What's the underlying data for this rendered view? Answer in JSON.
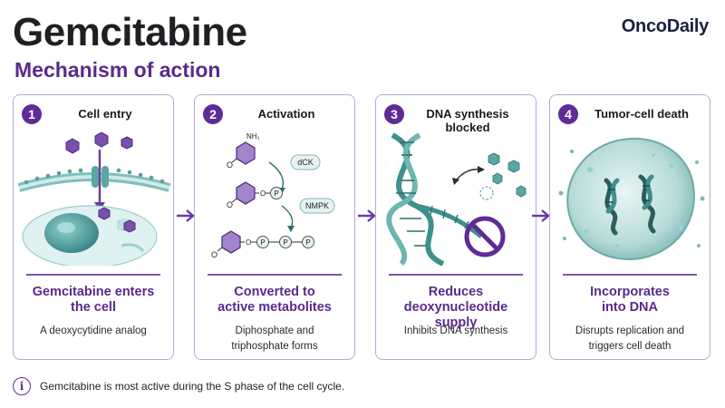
{
  "header": {
    "title": "Gemcitabine",
    "subtitle": "Mechanism of action",
    "brand": "OncoDaily"
  },
  "steps": [
    {
      "number": "1",
      "title": "Cell entry",
      "heading_line1": "Gemcitabine enters",
      "heading_line2": "the cell",
      "desc_line1": "A deoxycytidine analog",
      "desc_line2": ""
    },
    {
      "number": "2",
      "title": "Activation",
      "heading_line1": "Converted to",
      "heading_line2": "active metabolites",
      "desc_line1": "Diphosphate and",
      "desc_line2": "triphosphate forms",
      "art": {
        "nh2_label": "NH₂",
        "o_label": "O",
        "p_label": "P",
        "enzyme1": "dCK",
        "enzyme2": "NMPK"
      }
    },
    {
      "number": "3",
      "title": "DNA synthesis blocked",
      "heading_line1": "Reduces",
      "heading_line2": "deoxynucleotide supply",
      "desc_line1": "Inhibits DNA synthesis",
      "desc_line2": ""
    },
    {
      "number": "4",
      "title": "Tumor-cell death",
      "heading_line1": "Incorporates",
      "heading_line2": "into DNA",
      "desc_line1": "Disrupts replication and",
      "desc_line2": "triggers cell death"
    }
  ],
  "footer": {
    "info_glyph": "i",
    "note": "Gemcitabine is most active during the S phase of the cell cycle."
  },
  "colors": {
    "accent": "#5e2b97",
    "teal": "#4f9e9c",
    "panel_border": "#b9a8d4"
  }
}
